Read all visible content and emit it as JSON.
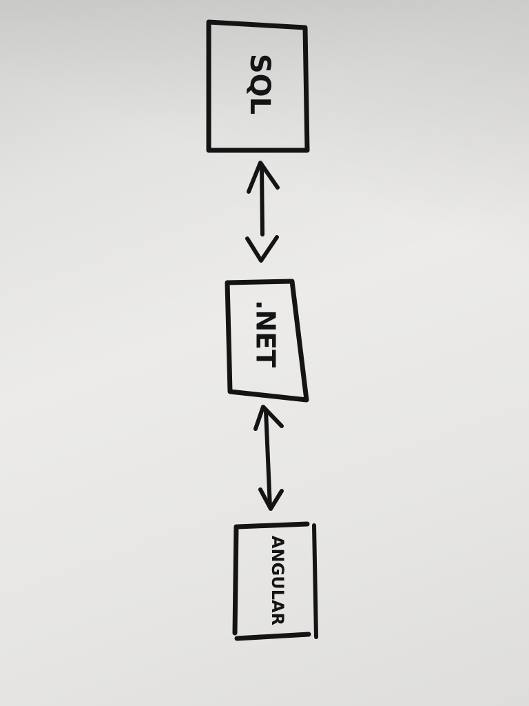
{
  "diagram": {
    "nodes": [
      {
        "id": "sql",
        "label": "SQL"
      },
      {
        "id": "dotnet",
        "label": ".NET"
      },
      {
        "id": "angular",
        "label": "ANGULAR"
      }
    ],
    "edges": [
      {
        "from": "sql",
        "to": "dotnet",
        "direction": "bidirectional"
      },
      {
        "from": "dotnet",
        "to": "angular",
        "direction": "bidirectional"
      }
    ],
    "style": {
      "ink_color": "#141414",
      "paper_color": "#ebeae8"
    }
  }
}
